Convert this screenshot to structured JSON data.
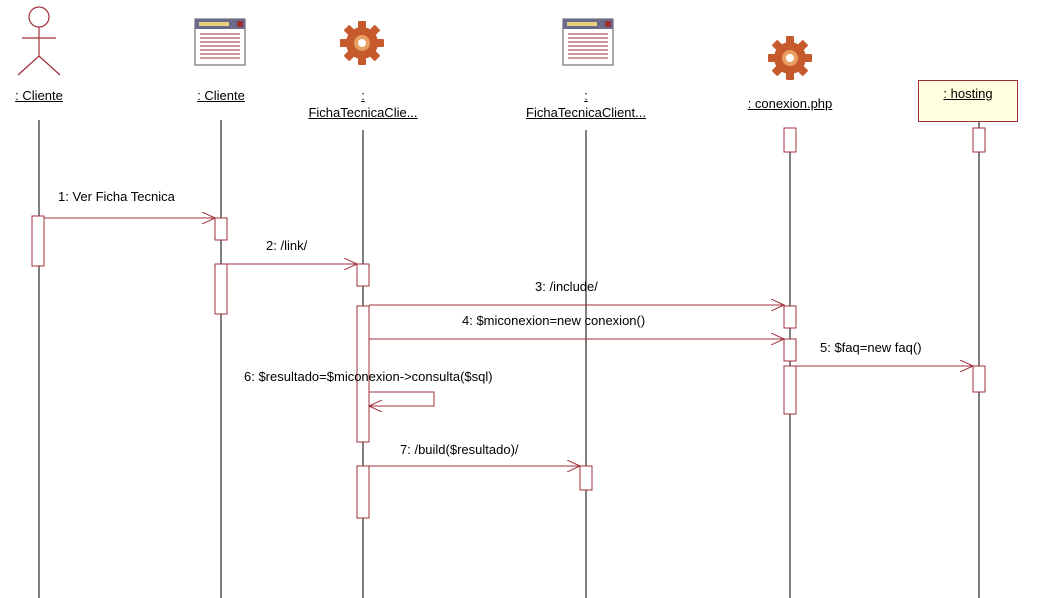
{
  "objects": [
    {
      "label_lines": [
        ": Cliente"
      ],
      "icon": "actor-icon"
    },
    {
      "label_lines": [
        ": Cliente"
      ],
      "icon": "boundary-form-icon"
    },
    {
      "label_lines": [
        ":",
        "FichaTecnicaClie..."
      ],
      "icon": "control-gear-icon"
    },
    {
      "label_lines": [
        ":",
        "FichaTecnicaClient..."
      ],
      "icon": "boundary-form-icon"
    },
    {
      "label_lines": [
        ": conexion.php"
      ],
      "icon": "control-gear-icon"
    },
    {
      "label_lines": [
        ": hosting"
      ],
      "icon": "class-box"
    }
  ],
  "messages": [
    {
      "label": "1: Ver Ficha Tecnica"
    },
    {
      "label": "2: /link/"
    },
    {
      "label": "3: /include/"
    },
    {
      "label": "4: $miconexion=new conexion()"
    },
    {
      "label": "5: $faq=new faq()"
    },
    {
      "label": "6: $resultado=$miconexion->consulta($sql)"
    },
    {
      "label": "7: /build($resultado)/"
    }
  ],
  "colors": {
    "line": "#a0303a",
    "lifeline": "#000000",
    "gear": "#c65a2c",
    "box_fill": "#ffffdd"
  }
}
